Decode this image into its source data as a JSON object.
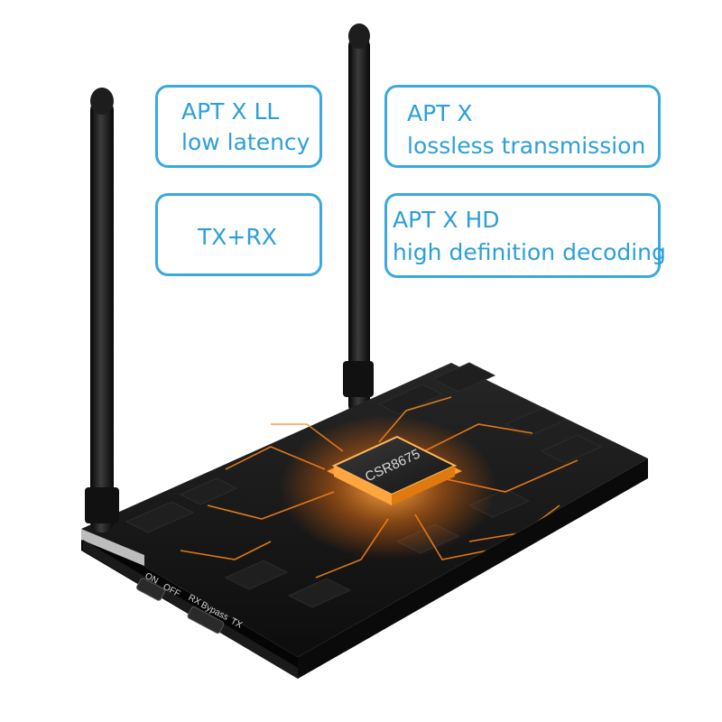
{
  "callouts": [
    {
      "line1": "APT X LL",
      "line2": "low latency"
    },
    {
      "line1": "APT X",
      "line2": "lossless transmission"
    },
    {
      "line1": "TX+RX"
    },
    {
      "line1": "APT X HD",
      "line2": "high definition decoding"
    }
  ],
  "device": {
    "chip_label": "CSR8675",
    "power_switch": {
      "on": "ON",
      "off": "OFF"
    },
    "mode_switch": {
      "rx": "RX",
      "bypass": "Bypass",
      "tx": "TX"
    }
  },
  "colors": {
    "accent": "#39a9e0",
    "text": "#2b9fd9",
    "glow": "#ff8a1a",
    "body": "#141414"
  }
}
